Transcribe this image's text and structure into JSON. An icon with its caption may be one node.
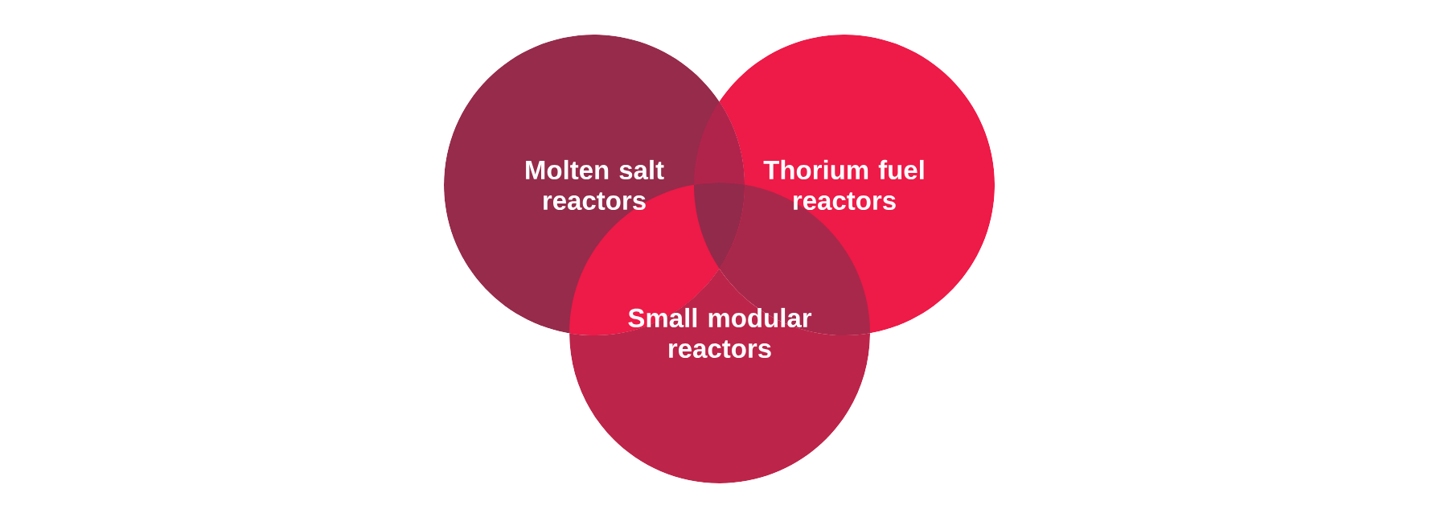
{
  "diagram": {
    "nodes": [
      {
        "text": [
          "Molten salt reactors"
        ]
      },
      {
        "text": [
          "Thorium fuel reactors"
        ]
      },
      {
        "text": [
          "Small modular reactors"
        ]
      }
    ]
  }
}
